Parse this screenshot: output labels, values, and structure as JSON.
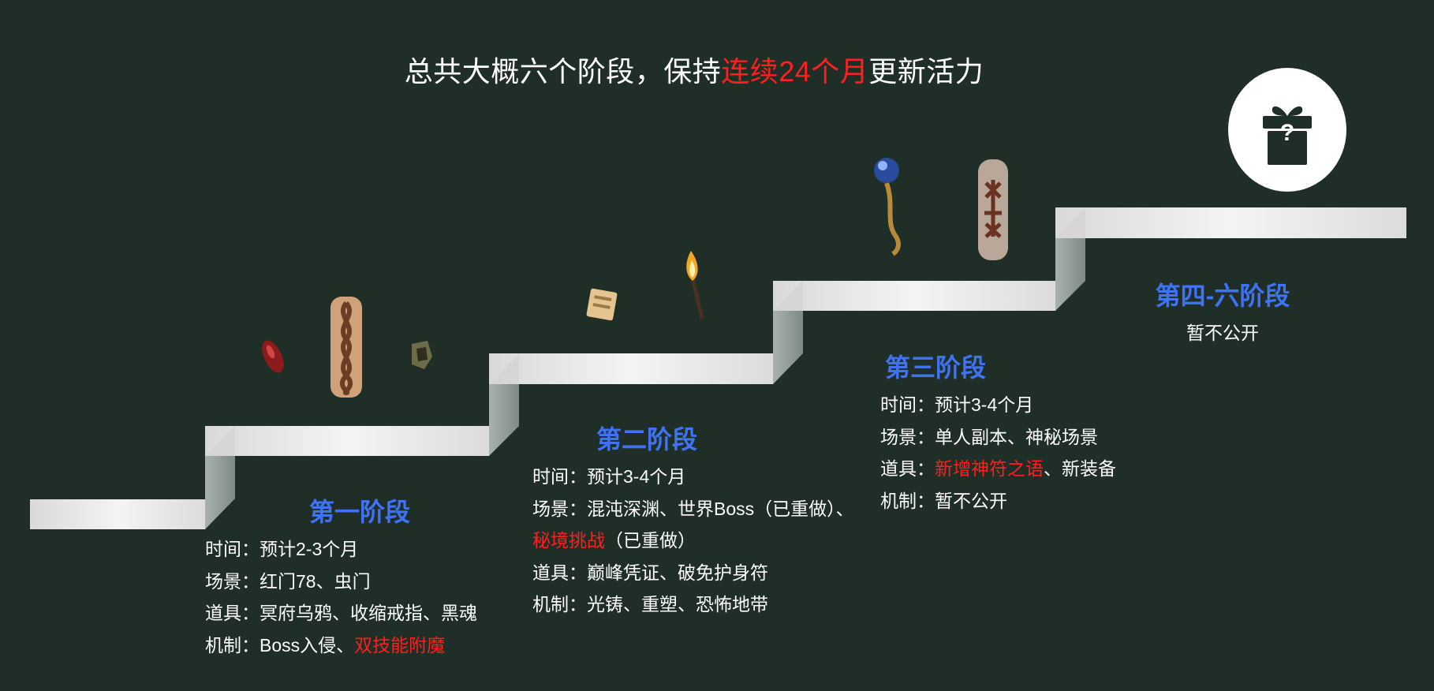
{
  "title": {
    "part1": "总共大概六个阶段，保持",
    "highlight": "连续24个月",
    "part2": "更新活力"
  },
  "colors": {
    "background": "#1f2e26",
    "stage_title": "#3f72f5",
    "highlight": "#ff1f1f",
    "text": "#ffffff"
  },
  "stages": [
    {
      "title": "第一阶段",
      "time_label": "时间：",
      "time": "预计2-3个月",
      "scene_label": "场景：",
      "scene": "红门78、虫门",
      "items_label": "道具：",
      "items": "冥府乌鸦、收缩戒指、黑魂",
      "mech_label": "机制：",
      "mech": "Boss入侵、",
      "mech_highlight": "双技能附魔",
      "icons": [
        "red-gem-icon",
        "rune-tablet-icon",
        "amulet-icon"
      ]
    },
    {
      "title": "第二阶段",
      "time_label": "时间：",
      "time": "预计3-4个月",
      "scene_label": "场景：",
      "scene": "混沌深渊、世界Boss（已重做）、",
      "scene_highlight": "秘境挑战",
      "scene_tail": "（已重做）",
      "items_label": "道具：",
      "items": "巅峰凭证、破免护身符",
      "mech_label": "机制：",
      "mech": "光铸、重塑、恐怖地带",
      "icons": [
        "scroll-icon",
        "torch-icon"
      ]
    },
    {
      "title": "第三阶段",
      "time_label": "时间：",
      "time": "预计3-4个月",
      "scene_label": "场景：",
      "scene": "单人副本、神秘场景",
      "items_label": "道具：",
      "items_highlight": "新增神符之语",
      "items_tail": "、新装备",
      "mech_label": "机制：",
      "mech": "暂不公开",
      "icons": [
        "orb-staff-icon",
        "bone-charm-icon"
      ]
    },
    {
      "title": "第四-六阶段",
      "note": "暂不公开",
      "icons": [
        "mystery-gift-icon"
      ]
    }
  ],
  "gift_mark": "?"
}
